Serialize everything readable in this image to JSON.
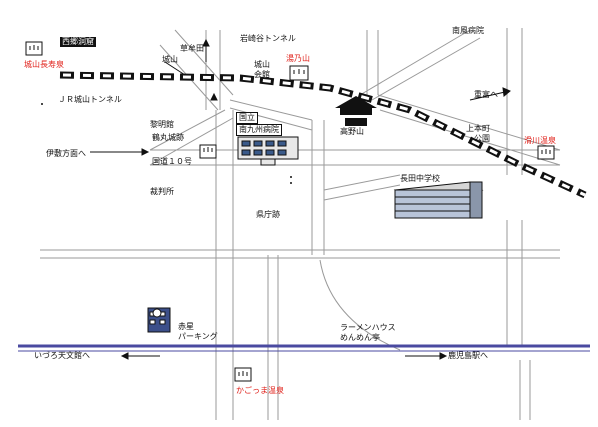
{
  "labels": {
    "saigo_cave": "西郷洞窟",
    "shiroyama_choju": "城山長寿泉",
    "shiroyama": "城山",
    "soyuden": "草牟田",
    "iwasakidani": "岩崎谷トンネル",
    "shiroyama_kaikan": "城山\n会館",
    "yunoyama": "湯乃山",
    "nanpu_hospital": "南風病院",
    "jr_tunnel": "ＪＲ城山トンネル",
    "reimeikan": "黎明館",
    "tsurumaru": "鶴丸城跡",
    "hospital_line1": "国立",
    "hospital_line2": "南九州病院",
    "takanoyama": "高野山",
    "to_jusho": "重富へ",
    "kamihonmachi": "上本町\n公園",
    "to_isa": "伊敷方面へ",
    "route10": "国道１０号",
    "court": "裁判所",
    "nagata_school": "長田中学校",
    "kamimura_onsen": "滑川温泉",
    "prefecture_site": "県庁跡",
    "akahoshi_parking": "赤星\nパーキング",
    "ramen": "ラーメンハウス\nめんめん亭",
    "to_izuro": "いづろ天文館へ",
    "to_kagoshima_station": "鹿児島駅へ",
    "kagomma_onsen": "かごっま温泉"
  },
  "icons": {
    "onsen": "hot-spring-icon",
    "hospital": "hospital-building-icon",
    "school": "school-building-icon",
    "castle": "castle-icon",
    "parking": "parking-building-icon"
  },
  "colors": {
    "road": "#c8c8c8",
    "rail_dark": "#111111",
    "tram": "#4a4aa0",
    "red_text": "#e0201a"
  }
}
